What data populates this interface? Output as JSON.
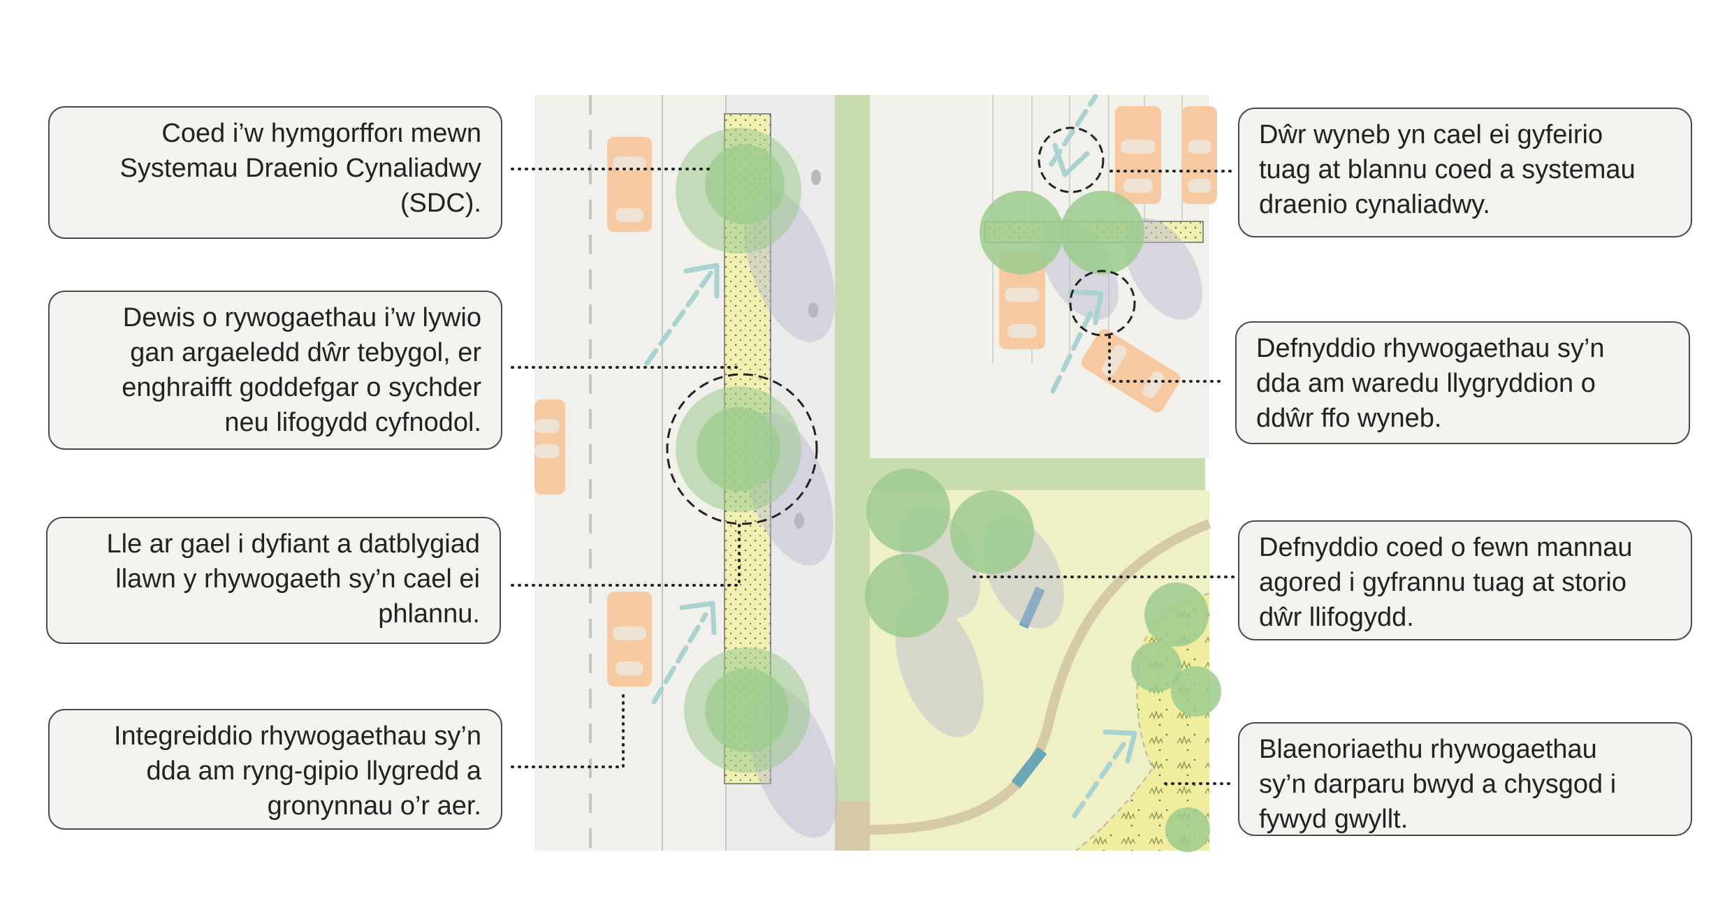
{
  "callouts_left": [
    {
      "lines": [
        "Coed i’w hymgorfforι mewn",
        "Systemau Draenio Cynaliadwy",
        "(SDC)."
      ]
    },
    {
      "lines": [
        "Dewis o rywogaethau i’w lywio",
        "gan argaeledd dŵr tebygol, er",
        "enghraifft goddefgar o sychder",
        "neu lifogydd cyfnodol."
      ]
    },
    {
      "lines": [
        "Lle ar gael i dyfiant a datblygiad",
        "llawn y rhywogaeth sy’n cael ei",
        "phlannu."
      ]
    },
    {
      "lines": [
        "Integreiddio rhywogaethau sy’n",
        "dda am ryng-gipio llygredd a",
        "gronynnau o’r aer."
      ]
    }
  ],
  "callouts_right": [
    {
      "lines": [
        "Dŵr wyneb yn cael ei gyfeirio",
        "tuag at blannu coed a systemau",
        "draenio cynaliadwy."
      ]
    },
    {
      "lines": [
        "Defnyddio rhywogaethau sy’n",
        "dda am waredu llygryddion o",
        "ddŵr ffo wyneb."
      ]
    },
    {
      "lines": [
        "Defnyddio coed o fewn mannau",
        "agored i gyfrannu tuag at storio",
        "dŵr llifogydd."
      ]
    },
    {
      "lines": [
        "Blaenoriaethu rhywogaethau",
        "sy’n darparu bwyd a chysgod i",
        "fywyd gwyllt."
      ]
    }
  ],
  "colors": {
    "road": "#f1f0ea",
    "footway": "#ebebea",
    "grass_strip": "#c9dcae",
    "open_space": "#eff0c6",
    "rain_garden": "#f0f0b2",
    "car": "#f7c9a0",
    "tree": "#9ccb8e",
    "water_arrow": "#a9d3d1"
  }
}
